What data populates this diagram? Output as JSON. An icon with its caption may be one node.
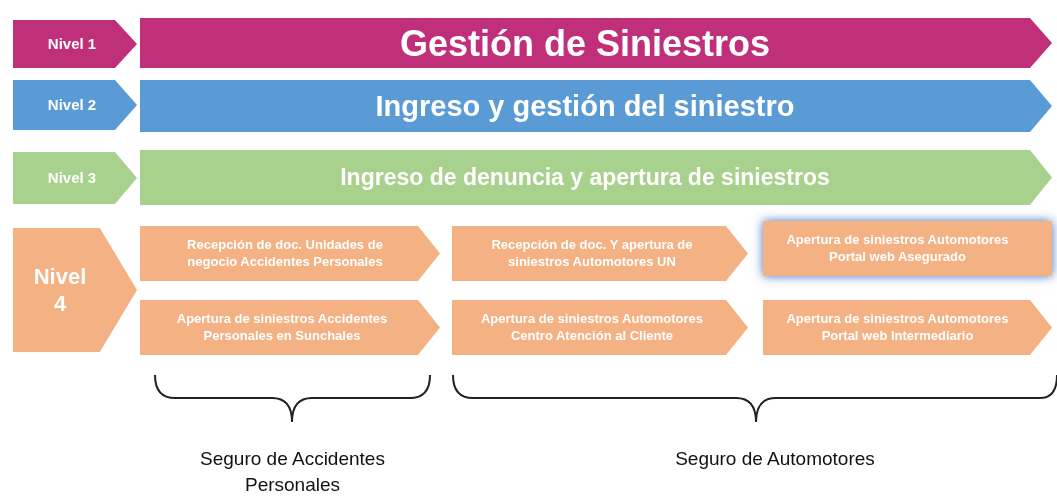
{
  "diagram": {
    "nodes": [
      {
        "text": [
          "Nivel 1"
        ]
      },
      {
        "text": [
          "Gestión de Siniestros"
        ]
      },
      {
        "text": [
          "Nivel 2"
        ]
      },
      {
        "text": [
          "Ingreso y gestión del siniestro"
        ]
      },
      {
        "text": [
          "Nivel 3"
        ]
      },
      {
        "text": [
          "Ingreso de denuncia y apertura de siniestros"
        ]
      },
      {
        "text": [
          "Nivel 4"
        ]
      },
      {
        "text": [
          "Recepción de doc. Unidades de negocio Accidentes Personales"
        ]
      },
      {
        "text": [
          "Recepción de doc. Y apertura de siniestros Automotores UN"
        ]
      },
      {
        "text": [
          "Apertura de siniestros Automotores Portal web Asegurado"
        ]
      },
      {
        "text": [
          "Apertura de siniestros Accidentes Personales en Sunchales"
        ]
      },
      {
        "text": [
          "Apertura de siniestros Automotores Centro Atención al Cliente"
        ]
      },
      {
        "text": [
          "Apertura de siniestros Automotores Portal web Intermediario"
        ]
      }
    ],
    "labels": [
      "Seguro de Accidentes Personales",
      "Seguro de Automotores"
    ]
  }
}
